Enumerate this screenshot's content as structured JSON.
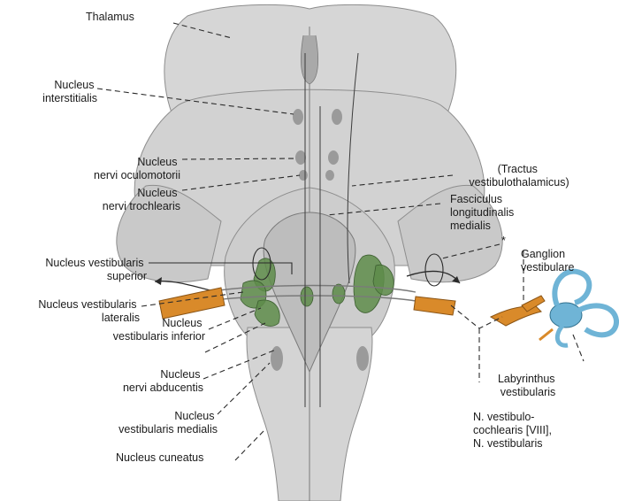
{
  "labels": {
    "thalamus": "Thalamus",
    "interstitialis": [
      "Nucleus",
      "interstitialis"
    ],
    "oculomotorii": [
      "Nucleus",
      "nervi oculomotorii"
    ],
    "trochlearis": [
      "Nucleus",
      "nervi trochlearis"
    ],
    "vest_superior": [
      "Nucleus vestibularis",
      "superior"
    ],
    "vest_lateralis": [
      "Nucleus vestibularis",
      "lateralis"
    ],
    "vest_inferior": [
      "Nucleus",
      "vestibularis inferior"
    ],
    "abducentis": [
      "Nucleus",
      "nervi abducentis"
    ],
    "vest_medialis": [
      "Nucleus",
      "vestibularis medialis"
    ],
    "cuneatus": "Nucleus cuneatus",
    "tractus": [
      "(Tractus",
      "vestibulothalamicus)"
    ],
    "fasciculus": [
      "Fasciculus",
      "longitudinalis",
      "medialis"
    ],
    "asterisk": "*",
    "ganglion": [
      "Ganglion",
      "vestibulare"
    ],
    "labyrinthus": [
      "Labyrinthus",
      "vestibularis"
    ],
    "nerve": [
      "N. vestibulo-",
      "cochlearis [VIII],",
      "N. vestibularis"
    ]
  },
  "colors": {
    "tissue": "#dcdcdc",
    "tissue_dark": "#b9b9b9",
    "nucleus_green": "#5e8c4a",
    "nerve_orange": "#d98a2a",
    "labyrinth_blue": "#6fb4d6"
  }
}
